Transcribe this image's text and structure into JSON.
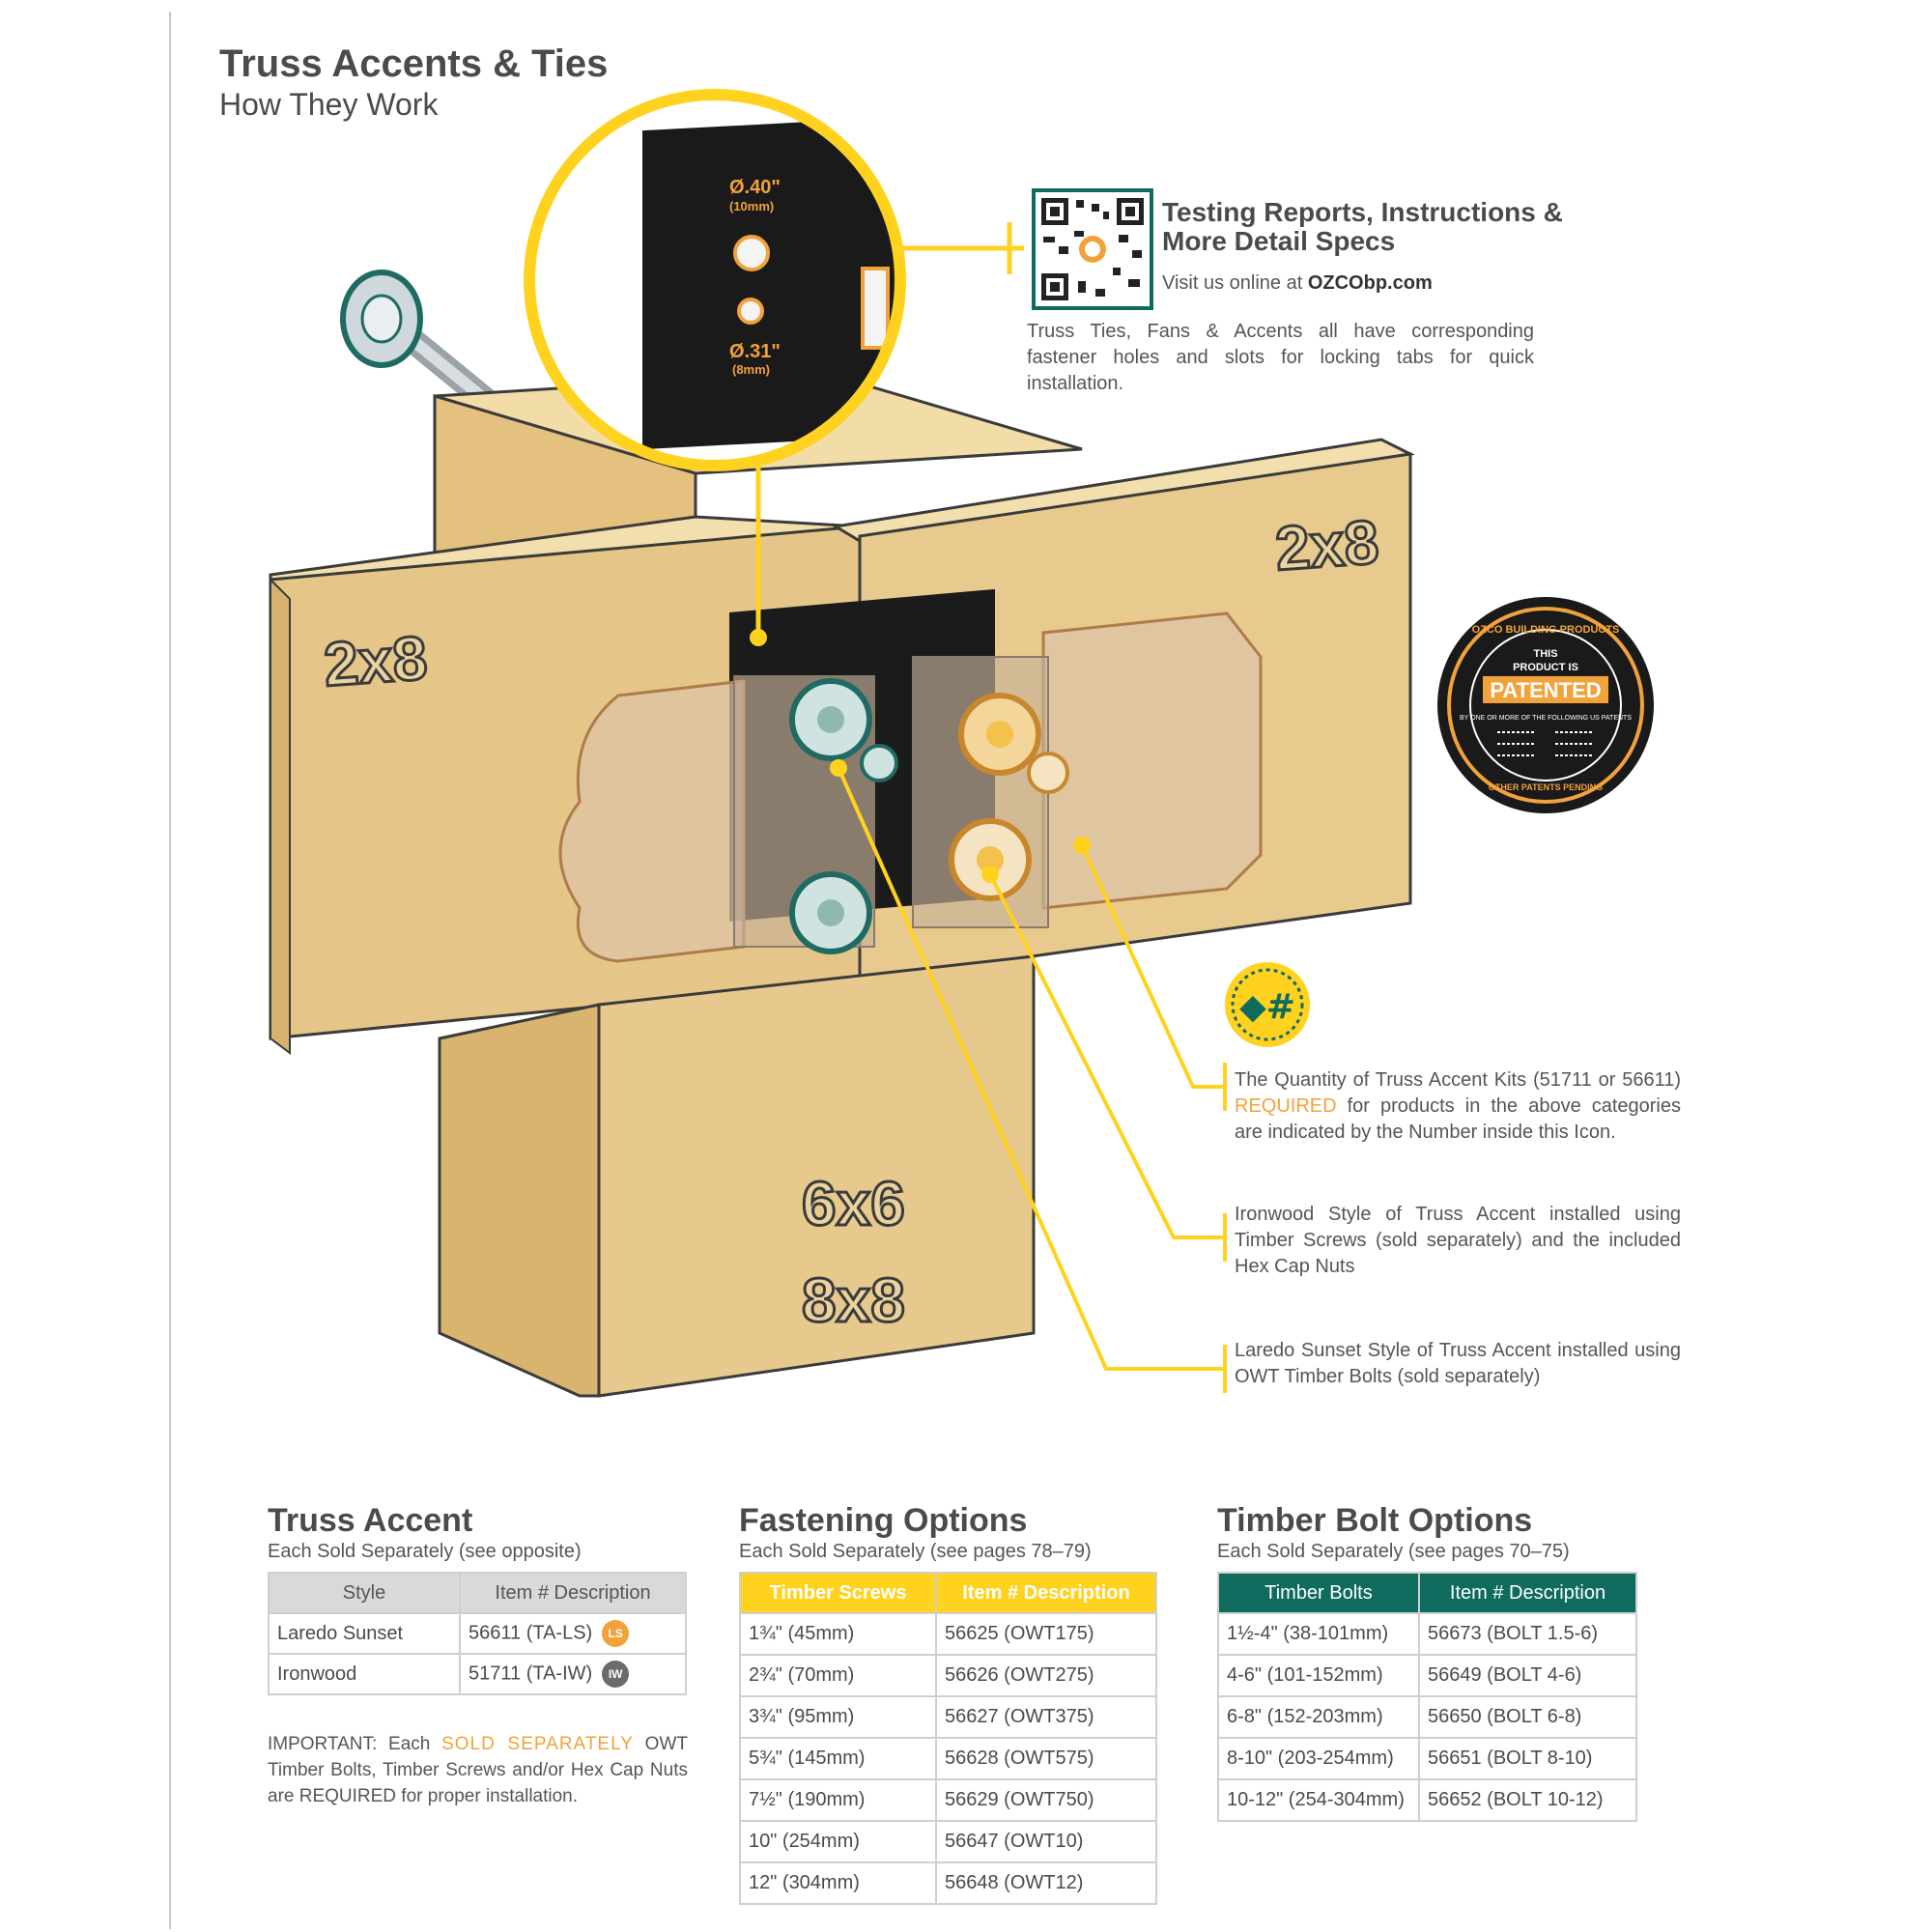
{
  "header": {
    "title": "Truss Accents & Ties",
    "subtitle": "How They Work"
  },
  "qr_block": {
    "title": "Testing Reports, Instructions & More Detail Specs",
    "visit_prefix": "Visit us online at",
    "url": "OZCObp.com",
    "description": "Truss Ties, Fans & Accents all have corresponding fastener holes and slots for locking tabs for quick installation."
  },
  "zoom_detail": {
    "hole_large": "Ø.40\"",
    "hole_large_mm": "(10mm)",
    "hole_small": "Ø.31\"",
    "hole_small_mm": "(8mm)"
  },
  "lumber_labels": {
    "left_beam": "2x8",
    "right_beam": "2x8",
    "post_a": "6x6",
    "post_b": "8x8"
  },
  "patent_seal": {
    "ring_text_top": "OZCO BUILDING PRODUCTS",
    "line1": "THIS",
    "line2": "PRODUCT IS",
    "main": "PATENTED",
    "sub": "BY ONE OR MORE OF THE FOLLOWING US PATENTS",
    "ring_text_bottom": "OTHER PATENTS PENDING"
  },
  "qty_icon": {
    "symbol": "◆#"
  },
  "callouts": {
    "kits_prefix": "The Quantity of Truss Accent Kits (51711 or 56611)",
    "kits_required": "REQUIRED",
    "kits_suffix": "for products in the above categories are indicated by the Number inside this Icon.",
    "ironwood": "Ironwood Style of Truss Accent installed using Timber Screws (sold separately) and the included Hex Cap Nuts",
    "laredo": "Laredo Sunset Style of Truss Accent installed using OWT Timber Bolts (sold separately)"
  },
  "truss_accent": {
    "title": "Truss Accent",
    "subtitle": "Each Sold Separately (see opposite)",
    "headers": [
      "Style",
      "Item # Description"
    ],
    "rows": [
      {
        "style": "Laredo Sunset",
        "item": "56611 (TA-LS)",
        "badge": "LS",
        "badge_color": "#f2a23a"
      },
      {
        "style": "Ironwood",
        "item": "51711 (TA-IW)",
        "badge": "IW",
        "badge_color": "#6b6b6b"
      }
    ],
    "important_prefix": "IMPORTANT: Each",
    "important_hl": "SOLD SEPARATELY",
    "important_suffix": "OWT Timber Bolts, Timber Screws and/or Hex Cap Nuts are REQUIRED for proper installation."
  },
  "fastening": {
    "title": "Fastening Options",
    "subtitle": "Each Sold Separately (see pages 78–79)",
    "headers": [
      "Timber Screws",
      "Item # Description"
    ],
    "rows": [
      [
        "1¾\" (45mm)",
        "56625 (OWT175)"
      ],
      [
        "2¾\" (70mm)",
        "56626 (OWT275)"
      ],
      [
        "3¾\" (95mm)",
        "56627 (OWT375)"
      ],
      [
        "5¾\" (145mm)",
        "56628 (OWT575)"
      ],
      [
        "7½\" (190mm)",
        "56629 (OWT750)"
      ],
      [
        "10\" (254mm)",
        "56647 (OWT10)"
      ],
      [
        "12\" (304mm)",
        "56648 (OWT12)"
      ]
    ]
  },
  "timber_bolt": {
    "title": "Timber Bolt Options",
    "subtitle": "Each Sold Separately (see pages 70–75)",
    "headers": [
      "Timber Bolts",
      "Item # Description"
    ],
    "rows": [
      [
        "1½-4\" (38-101mm)",
        "56673 (BOLT 1.5-6)"
      ],
      [
        "4-6\" (101-152mm)",
        "56649 (BOLT 4-6)"
      ],
      [
        "6-8\" (152-203mm)",
        "56650 (BOLT 6-8)"
      ],
      [
        "8-10\" (203-254mm)",
        "56651 (BOLT 8-10)"
      ],
      [
        "10-12\" (254-304mm)",
        "56652 (BOLT 10-12)"
      ]
    ]
  },
  "colors": {
    "accent_yellow": "#ffd21f",
    "accent_orange": "#f2a23a",
    "table_green": "#0f6b5e",
    "wood": "#e8c98d"
  }
}
